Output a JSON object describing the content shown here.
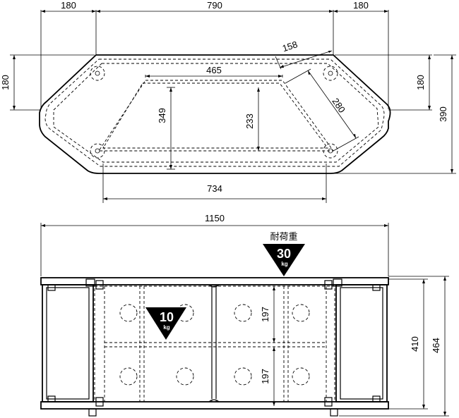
{
  "top_view": {
    "dim_left_width": "180",
    "dim_center_width": "790",
    "dim_right_width": "180",
    "dim_left_side_height": "180",
    "dim_right_side_height": "180",
    "dim_total_depth": "390",
    "dim_inner_width": "465",
    "dim_diagonal_short": "158",
    "dim_diagonal_long": "280",
    "dim_inner_depth_left": "349",
    "dim_inner_depth_center": "233",
    "dim_bottom_width": "734"
  },
  "front_view": {
    "dim_total_width": "1150",
    "load_label": "耐荷重",
    "top_load_value": "30",
    "top_load_unit": "kg",
    "shelf_load_value": "10",
    "shelf_load_unit": "kg",
    "dim_upper_compartment": "197",
    "dim_lower_compartment": "197",
    "dim_inner_height": "410",
    "dim_total_height": "464"
  }
}
